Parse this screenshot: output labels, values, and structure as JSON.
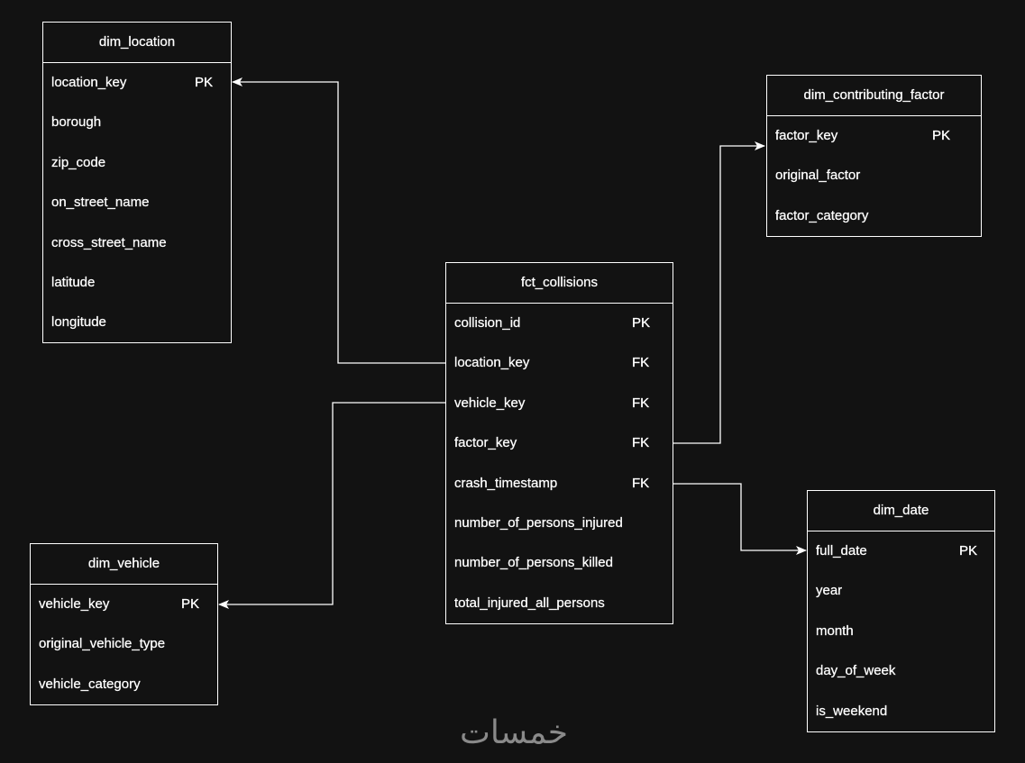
{
  "tables": {
    "dim_location": {
      "title": "dim_location",
      "rows": [
        {
          "name": "location_key",
          "key": "PK"
        },
        {
          "name": "borough",
          "key": ""
        },
        {
          "name": "zip_code",
          "key": ""
        },
        {
          "name": "on_street_name",
          "key": ""
        },
        {
          "name": "cross_street_name",
          "key": ""
        },
        {
          "name": "latitude",
          "key": ""
        },
        {
          "name": "longitude",
          "key": ""
        }
      ]
    },
    "dim_contributing_factor": {
      "title": "dim_contributing_factor",
      "rows": [
        {
          "name": "factor_key",
          "key": "PK"
        },
        {
          "name": "original_factor",
          "key": ""
        },
        {
          "name": "factor_category",
          "key": ""
        }
      ]
    },
    "fct_collisions": {
      "title": "fct_collisions",
      "rows": [
        {
          "name": "collision_id",
          "key": "PK"
        },
        {
          "name": "location_key",
          "key": "FK"
        },
        {
          "name": "vehicle_key",
          "key": "FK"
        },
        {
          "name": "factor_key",
          "key": "FK"
        },
        {
          "name": "crash_timestamp",
          "key": "FK"
        },
        {
          "name": "number_of_persons_injured",
          "key": ""
        },
        {
          "name": "number_of_persons_killed",
          "key": ""
        },
        {
          "name": "total_injured_all_persons",
          "key": ""
        }
      ]
    },
    "dim_vehicle": {
      "title": "dim_vehicle",
      "rows": [
        {
          "name": "vehicle_key",
          "key": "PK"
        },
        {
          "name": "original_vehicle_type",
          "key": ""
        },
        {
          "name": "vehicle_category",
          "key": ""
        }
      ]
    },
    "dim_date": {
      "title": "dim_date",
      "rows": [
        {
          "name": "full_date",
          "key": "PK"
        },
        {
          "name": "year",
          "key": ""
        },
        {
          "name": "month",
          "key": ""
        },
        {
          "name": "day_of_week",
          "key": ""
        },
        {
          "name": "is_weekend",
          "key": ""
        }
      ]
    }
  },
  "watermark": "خمسات",
  "colors": {
    "background": "#121212",
    "line": "#ffffff",
    "watermark": "#8a8a8a"
  }
}
